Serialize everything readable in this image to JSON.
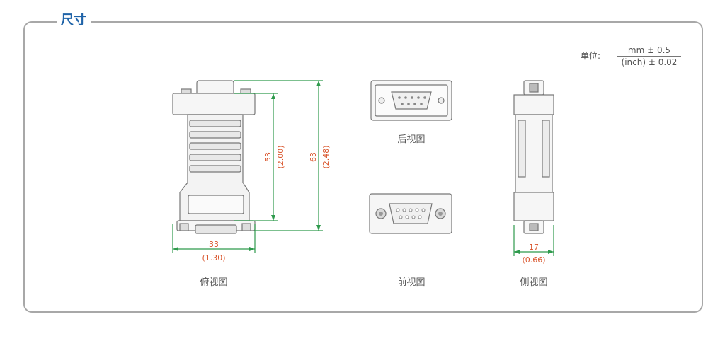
{
  "section": {
    "title": "尺寸"
  },
  "units": {
    "label": "单位:",
    "numerator": "mm ± 0.5",
    "denominator": "(inch) ± 0.02"
  },
  "views": {
    "top": {
      "caption": "俯视图"
    },
    "back": {
      "caption": "后视图"
    },
    "front": {
      "caption": "前视图"
    },
    "side": {
      "caption": "侧视图"
    }
  },
  "dimensions": {
    "inner_height": {
      "mm": "53",
      "inch": "(2.00)"
    },
    "outer_height": {
      "mm": "63",
      "inch": "(2.48)"
    },
    "width": {
      "mm": "33",
      "inch": "(1.30)"
    },
    "thickness": {
      "mm": "17",
      "inch": "(0.66)"
    }
  },
  "colors": {
    "dimension_line": "#2e9a4c",
    "dimension_text": "#d9542b",
    "title": "#1f63a8"
  }
}
